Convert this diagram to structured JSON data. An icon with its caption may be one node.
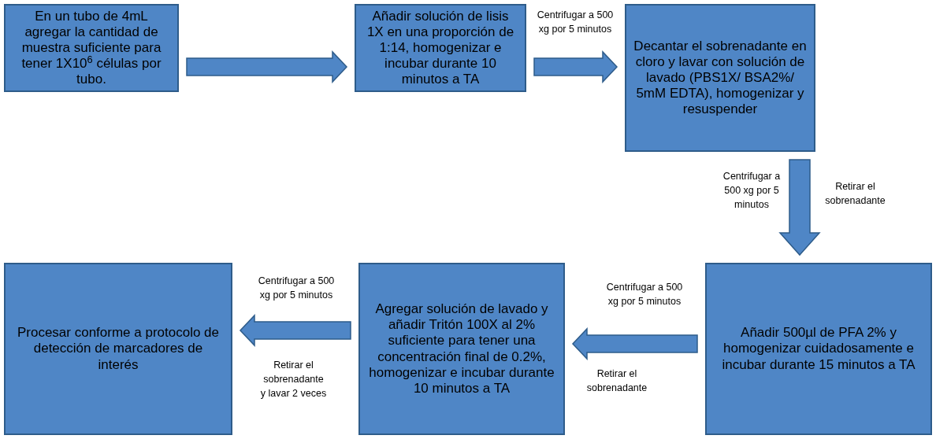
{
  "diagram": {
    "nodes": [
      {
        "text": [
          "En un tubo de 4mL agregar la cantidad de muestra suficiente para tener 1X10$^{6}$ células por tubo."
        ]
      },
      {
        "text": [
          "Añadir solución de lisis 1X en una proporción de 1:14, homogenizar e incubar durante 10 minutos a TA"
        ]
      },
      {
        "text": [
          "Decantar el sobrenadante en cloro y lavar con solución de lavado (PBS1X/ BSA2%/ 5mM EDTA), homogenizar y resuspender"
        ]
      },
      {
        "text": [
          "Añadir 500µl de PFA 2% y homogenizar cuidadosamente e incubar durante 15 minutos a TA"
        ]
      },
      {
        "text": [
          "Agregar solución de lavado y añadir Tritón 100X al 2% suficiente para tener una concentración final de 0.2%, homogenizar e incubar durante 10 minutos a TA"
        ]
      },
      {
        "text": [
          "Procesar conforme a protocolo de detección de marcadores de interés"
        ]
      }
    ],
    "edges": [
      {
        "from": 0,
        "to": 1,
        "arrow": "to"
      },
      {
        "from": 1,
        "to": 2,
        "arrow": "to",
        "label": "Centrifugar a 500 xg por 5 minutos"
      },
      {
        "from": 2,
        "to": 3,
        "arrow": "to",
        "label": "Centrifugar a 500 xg por 5 minutos"
      },
      {
        "from": 3,
        "to": 4,
        "arrow": "to",
        "label": "Centrifugar a 500 xg por 5 minutos"
      },
      {
        "from": 4,
        "to": 5,
        "arrow": "to",
        "label": "Centrifugar a 500 xg por 5 minutos"
      }
    ],
    "labels": [
      "Retirar el sobrenadante",
      "Retirar el sobrenadante",
      "Retirar el sobrenadante y lavar 2 veces"
    ]
  }
}
